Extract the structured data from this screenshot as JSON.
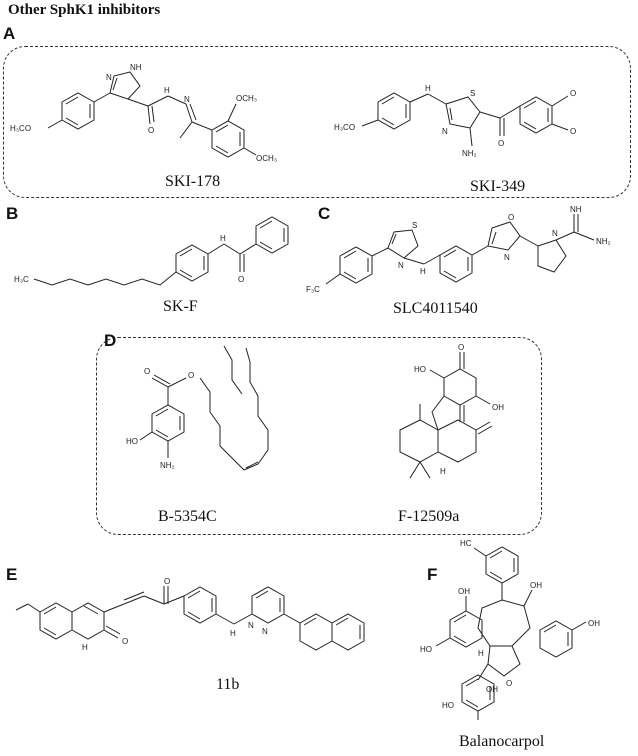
{
  "figure": {
    "title": "Other SphK1 inhibitors",
    "panels": {
      "A": "A",
      "B": "B",
      "C": "C",
      "D": "D",
      "E": "E",
      "F": "F"
    },
    "compounds": {
      "ski178": "SKI-178",
      "ski349": "SKI-349",
      "skf": "SK-F",
      "slc": "SLC4011540",
      "b5354c": "B-5354C",
      "f12509a": "F-12509a",
      "c11b": "11b",
      "balanocarpol": "Balanocarpol"
    },
    "atom_labels": {
      "h3co_a": "H₃CO",
      "nnh": "N",
      "nh_pz": "NH",
      "o_a": "O",
      "hn_a": "H",
      "n_a": "N",
      "ocH3_a1": "OCH₃",
      "ocH3_a2": "OCH₃",
      "h3co_b": "H₃CO",
      "hn_b": "H",
      "n_b": "N",
      "s_b": "S",
      "nh2_b": "NH₂",
      "o_b": "O",
      "o_b1": "O",
      "o_b2": "O",
      "h3c_skf": "H₃C",
      "h_skf": "H",
      "o_skf": "O",
      "f3c": "F₃C",
      "s_c": "S",
      "n_c": "N",
      "hn_c": "H",
      "o_c": "O",
      "n_c2": "N",
      "nh_c": "NH",
      "nh2_c": "NH₂",
      "n_c3": "N",
      "o_d1": "O",
      "o_d2": "O",
      "ho_d": "HO",
      "nh2_d": "NH₂",
      "ho_d2": "HO",
      "o_d3": "O",
      "oh_d": "OH",
      "h_d": "H",
      "o_e": "O",
      "hn_e": "H",
      "o_e2": "O",
      "h_e": "H",
      "n_e": "N",
      "n_e2": "N",
      "hc_f": "HC",
      "oh_f1": "OH",
      "oh_f2": "OH",
      "ho_f": "HO",
      "oh_f3": "OH",
      "h_f": "H",
      "o_f": "O",
      "ho_f2": "HO",
      "oh_f4": "OH"
    }
  }
}
